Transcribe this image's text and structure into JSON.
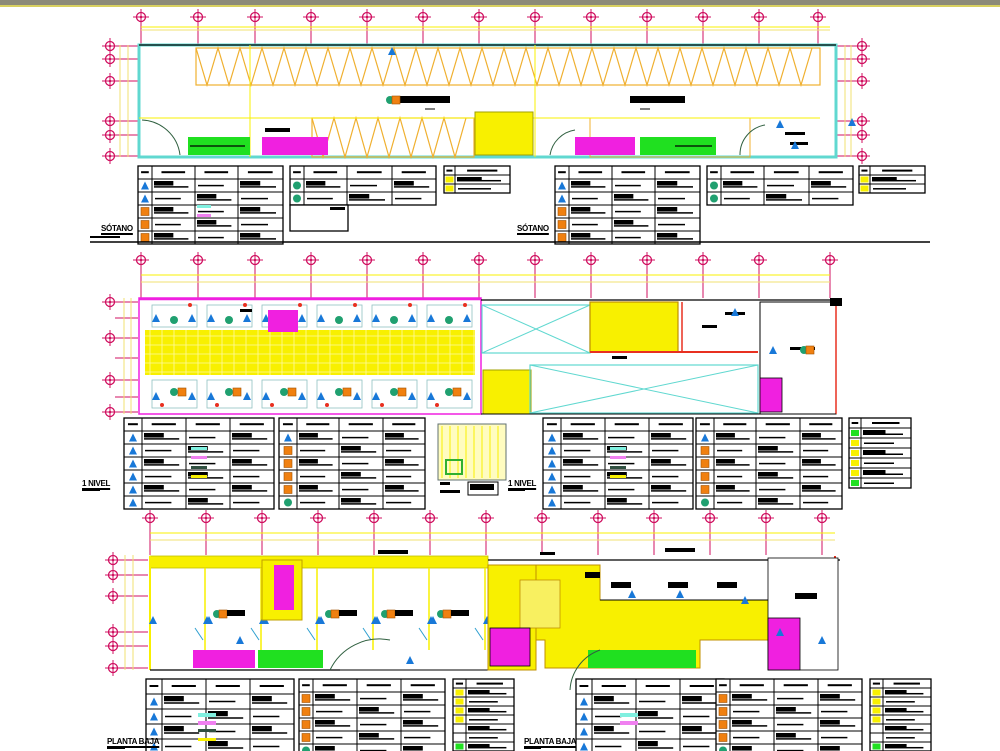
{
  "sections": [
    {
      "id": "sotano",
      "label": "SÓTANO",
      "label_repeat": "SÓTANO"
    },
    {
      "id": "nivel1",
      "label": "1 NIVEL",
      "label_repeat": "1 NIVEL"
    },
    {
      "id": "planta_baja",
      "label": "PLANTA BAJA",
      "label_repeat": "PLANTA BAJA"
    }
  ],
  "colors": {
    "grid_axis": "#d01060",
    "wall_cyan": "#60d8d0",
    "truss": "#f0b030",
    "yellow": "#f8f000",
    "magenta": "#f020e0",
    "green": "#20e020",
    "blue_symbol": "#1878d8",
    "orange_symbol": "#f08010",
    "red": "#e83020"
  },
  "icons": [
    "grid-bubble-icon",
    "triangle-symbol-icon",
    "panel-symbol-icon",
    "round-symbol-icon",
    "arrow-icon"
  ]
}
